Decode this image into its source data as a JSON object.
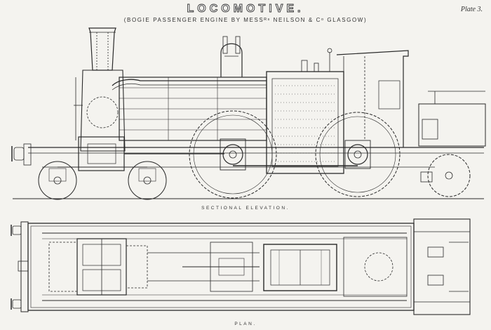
{
  "header": {
    "title": "LOCOMOTIVE.",
    "subtitle": "(BOGIE PASSENGER ENGINE BY MESSᴿˢ NEILSON & Cᵒ GLASGOW)",
    "plate": "Plate 3."
  },
  "labels": {
    "elevation": "SECTIONAL ELEVATION.",
    "plan": "PLAN."
  },
  "style": {
    "ink": "#2a2a2a",
    "paper": "#f4f3ef"
  }
}
